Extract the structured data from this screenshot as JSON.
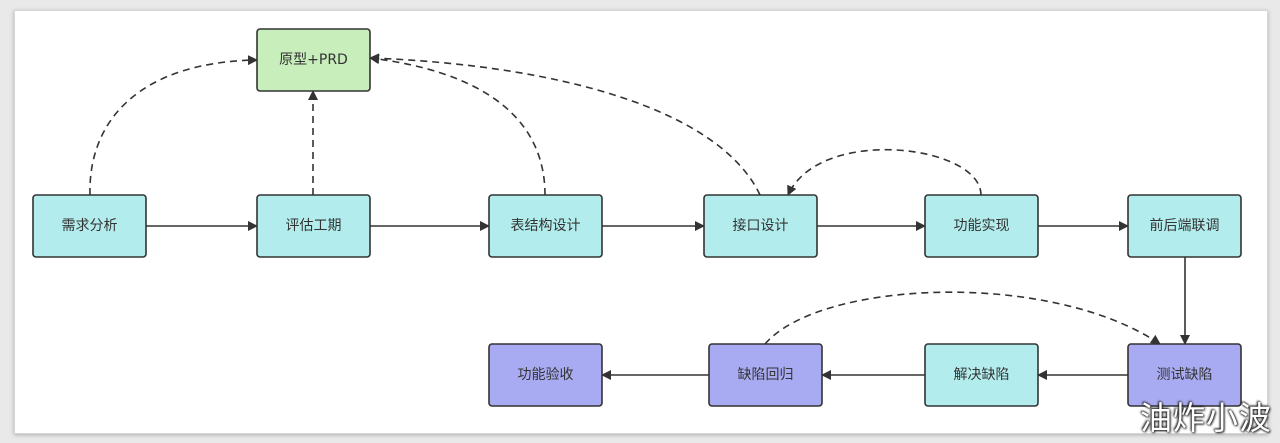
{
  "nodes": [
    {
      "id": "demand",
      "label": "需求分析",
      "type": "process"
    },
    {
      "id": "estimate",
      "label": "评估工期",
      "type": "process"
    },
    {
      "id": "prototype",
      "label": "原型+PRD",
      "type": "artifact"
    },
    {
      "id": "schema",
      "label": "表结构设计",
      "type": "process"
    },
    {
      "id": "api",
      "label": "接口设计",
      "type": "process"
    },
    {
      "id": "impl",
      "label": "功能实现",
      "type": "process"
    },
    {
      "id": "integration",
      "label": "前后端联调",
      "type": "process"
    },
    {
      "id": "test",
      "label": "测试缺陷",
      "type": "qa"
    },
    {
      "id": "fix",
      "label": "解决缺陷",
      "type": "process"
    },
    {
      "id": "regress",
      "label": "缺陷回归",
      "type": "qa"
    },
    {
      "id": "accept",
      "label": "功能验收",
      "type": "qa"
    }
  ],
  "edges": [
    {
      "from": "demand",
      "to": "estimate",
      "style": "solid"
    },
    {
      "from": "estimate",
      "to": "schema",
      "style": "solid"
    },
    {
      "from": "schema",
      "to": "api",
      "style": "solid"
    },
    {
      "from": "api",
      "to": "impl",
      "style": "solid"
    },
    {
      "from": "impl",
      "to": "integration",
      "style": "solid"
    },
    {
      "from": "integration",
      "to": "test",
      "style": "solid"
    },
    {
      "from": "test",
      "to": "fix",
      "style": "solid"
    },
    {
      "from": "fix",
      "to": "regress",
      "style": "solid"
    },
    {
      "from": "regress",
      "to": "accept",
      "style": "solid"
    },
    {
      "from": "demand",
      "to": "prototype",
      "style": "dashed"
    },
    {
      "from": "estimate",
      "to": "prototype",
      "style": "dashed"
    },
    {
      "from": "schema",
      "to": "prototype",
      "style": "dashed"
    },
    {
      "from": "api",
      "to": "prototype",
      "style": "dashed"
    },
    {
      "from": "impl",
      "to": "api",
      "style": "dashed"
    },
    {
      "from": "regress",
      "to": "test",
      "style": "dashed"
    }
  ],
  "colors": {
    "process": "#b3ecec",
    "artifact": "#c8eebb",
    "qa": "#a9abf2",
    "stroke": "#333333"
  },
  "watermark": "油炸小波"
}
